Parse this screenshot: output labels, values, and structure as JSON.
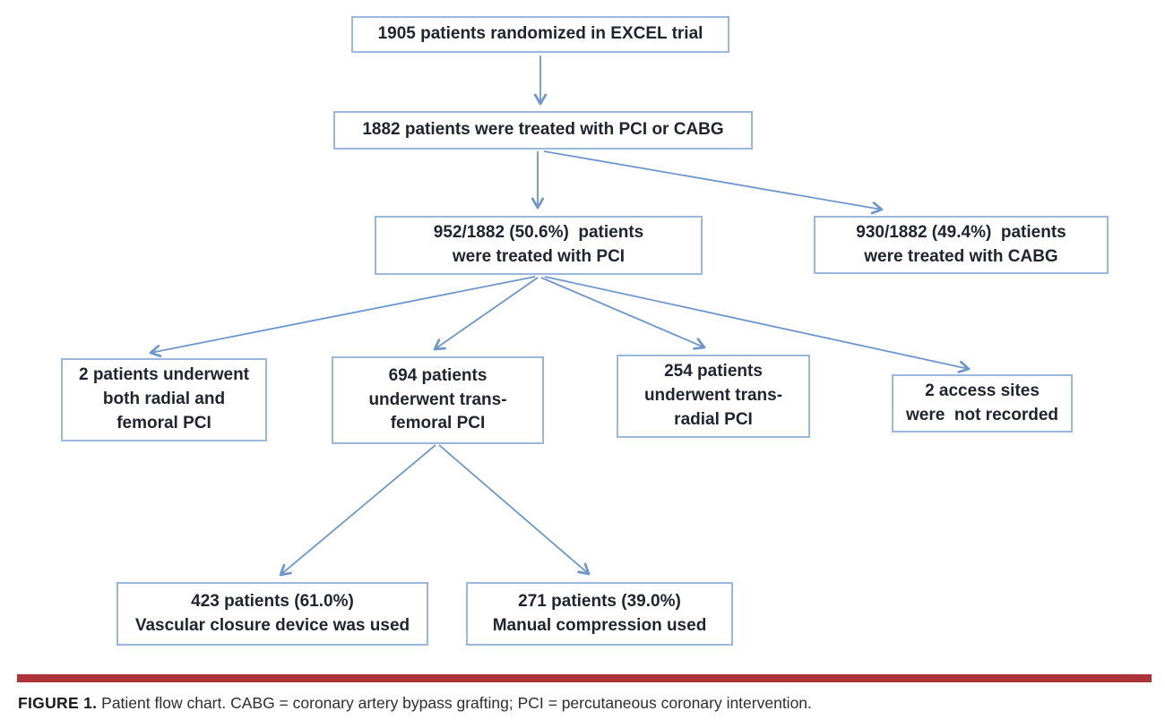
{
  "colors": {
    "accentRed": "#ac3338",
    "boxBorder": "#9cb7dc",
    "arrowBlue": "#6e96cc",
    "boxText": "#1f2430",
    "captionText": "#2d2d2d"
  },
  "flowchart": {
    "nodes": {
      "randomized": {
        "text": "1905 patients randomized in EXCEL trial"
      },
      "treated": {
        "text": "1882 patients were treated with PCI or CABG"
      },
      "pci": {
        "text": "952/1882 (50.6%)  patients\nwere treated with PCI"
      },
      "cabg": {
        "text": "930/1882 (49.4%)  patients\nwere treated with CABG"
      },
      "both": {
        "text": "2 patients underwent\nboth radial and\nfemoral PCI"
      },
      "transfemoral": {
        "text": "694 patients\nunderwent trans-\nfemoral PCI"
      },
      "transradial": {
        "text": "254 patients\nunderwent trans-\nradial PCI"
      },
      "notrecorded": {
        "text": "2 access sites\nwere  not recorded"
      },
      "vcd": {
        "text": "423 patients (61.0%)\nVascular closure device was used"
      },
      "manual": {
        "text": "271 patients (39.0%)\nManual compression used"
      }
    },
    "edges": [
      {
        "from": "randomized",
        "to": "treated"
      },
      {
        "from": "treated",
        "to": "pci"
      },
      {
        "from": "treated",
        "to": "cabg"
      },
      {
        "from": "pci",
        "to": "both"
      },
      {
        "from": "pci",
        "to": "transfemoral"
      },
      {
        "from": "pci",
        "to": "transradial"
      },
      {
        "from": "pci",
        "to": "notrecorded"
      },
      {
        "from": "transfemoral",
        "to": "vcd"
      },
      {
        "from": "transfemoral",
        "to": "manual"
      }
    ]
  },
  "caption": {
    "label": "FIGURE 1.",
    "text": " Patient flow chart. CABG = coronary artery bypass grafting; PCI = percutaneous coronary intervention."
  }
}
